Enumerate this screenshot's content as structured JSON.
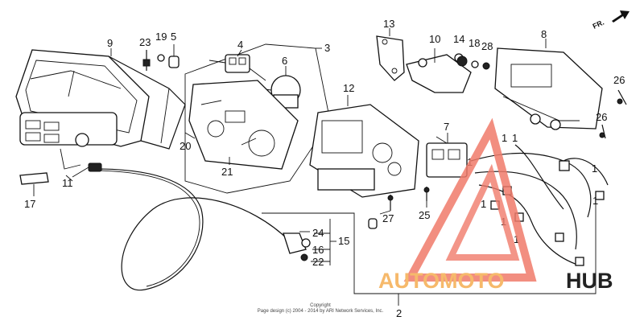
{
  "direction_label": "FR.",
  "copyright": {
    "line1": "Copyright",
    "line2": "Page design (c) 2004 - 2014 by ARI Network Services, Inc."
  },
  "watermark": {
    "part1": "AUTOMOTO",
    "part2": "HUB",
    "color_outline": "#f07a6a",
    "color_text": "#f6b96b",
    "color_hub": "#222222"
  },
  "callouts": {
    "c1a": "1",
    "c1b": "1",
    "c1c": "1",
    "c1d": "1",
    "c1e": "1",
    "c1f": "1",
    "c1g": "1",
    "c1h": "1",
    "c2": "2",
    "c3": "3",
    "c4": "4",
    "c5": "5",
    "c6": "6",
    "c7": "7",
    "c8": "8",
    "c9": "9",
    "c10": "10",
    "c11": "11",
    "c12": "12",
    "c13": "13",
    "c14": "14",
    "c15": "15",
    "c16": "16",
    "c17": "17",
    "c18": "18",
    "c19": "19",
    "c20": "20",
    "c21": "21",
    "c22": "22",
    "c23": "23",
    "c24": "24",
    "c25": "25",
    "c26a": "26",
    "c26b": "26",
    "c27": "27",
    "c28": "28"
  }
}
